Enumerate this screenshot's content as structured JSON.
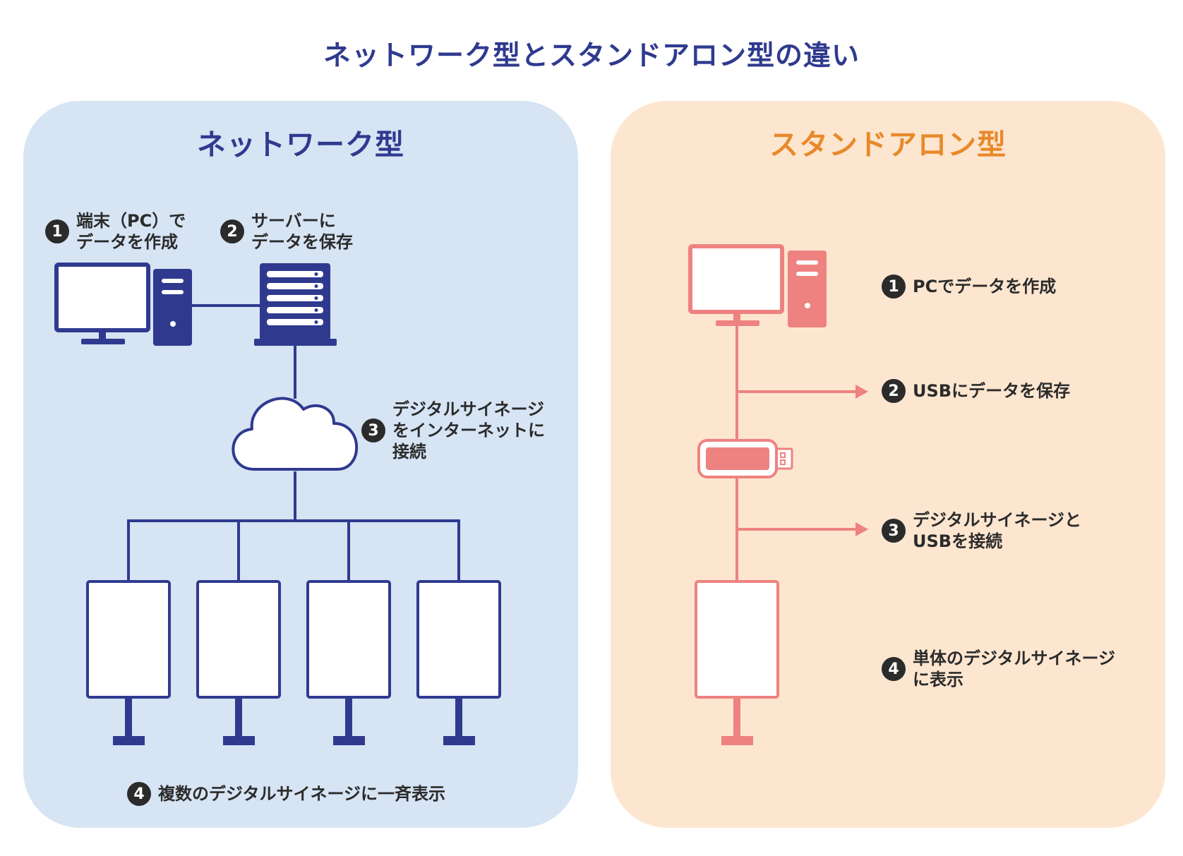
{
  "title": "ネットワーク型とスタンドアロン型の違い",
  "colors": {
    "title": "#2f3a8f",
    "network_bg": "#d6e4f4",
    "network_accent": "#2f3a8f",
    "standalone_bg": "#fde6d0",
    "standalone_title": "#e8892a",
    "standalone_accent": "#ee8281",
    "badge": "#2b2b2b"
  },
  "network": {
    "title": "ネットワーク型",
    "steps": [
      {
        "num": "1",
        "lines": [
          "端末（PC）で",
          "データを作成"
        ]
      },
      {
        "num": "2",
        "lines": [
          "サーバーに",
          "データを保存"
        ]
      },
      {
        "num": "3",
        "lines": [
          "デジタルサイネージ",
          "をインターネットに",
          "接続"
        ]
      },
      {
        "num": "4",
        "lines": [
          "複数のデジタルサイネージに一斉表示"
        ]
      }
    ],
    "icons": [
      "desktop-pc-icon",
      "server-icon",
      "cloud-icon",
      "signage-display-icon"
    ]
  },
  "standalone": {
    "title": "スタンドアロン型",
    "steps": [
      {
        "num": "1",
        "lines": [
          "PCでデータを作成"
        ]
      },
      {
        "num": "2",
        "lines": [
          "USBにデータを保存"
        ]
      },
      {
        "num": "3",
        "lines": [
          "デジタルサイネージと",
          "USBを接続"
        ]
      },
      {
        "num": "4",
        "lines": [
          "単体のデジタルサイネージ",
          "に表示"
        ]
      }
    ],
    "icons": [
      "desktop-pc-icon",
      "usb-stick-icon",
      "signage-display-icon"
    ]
  }
}
